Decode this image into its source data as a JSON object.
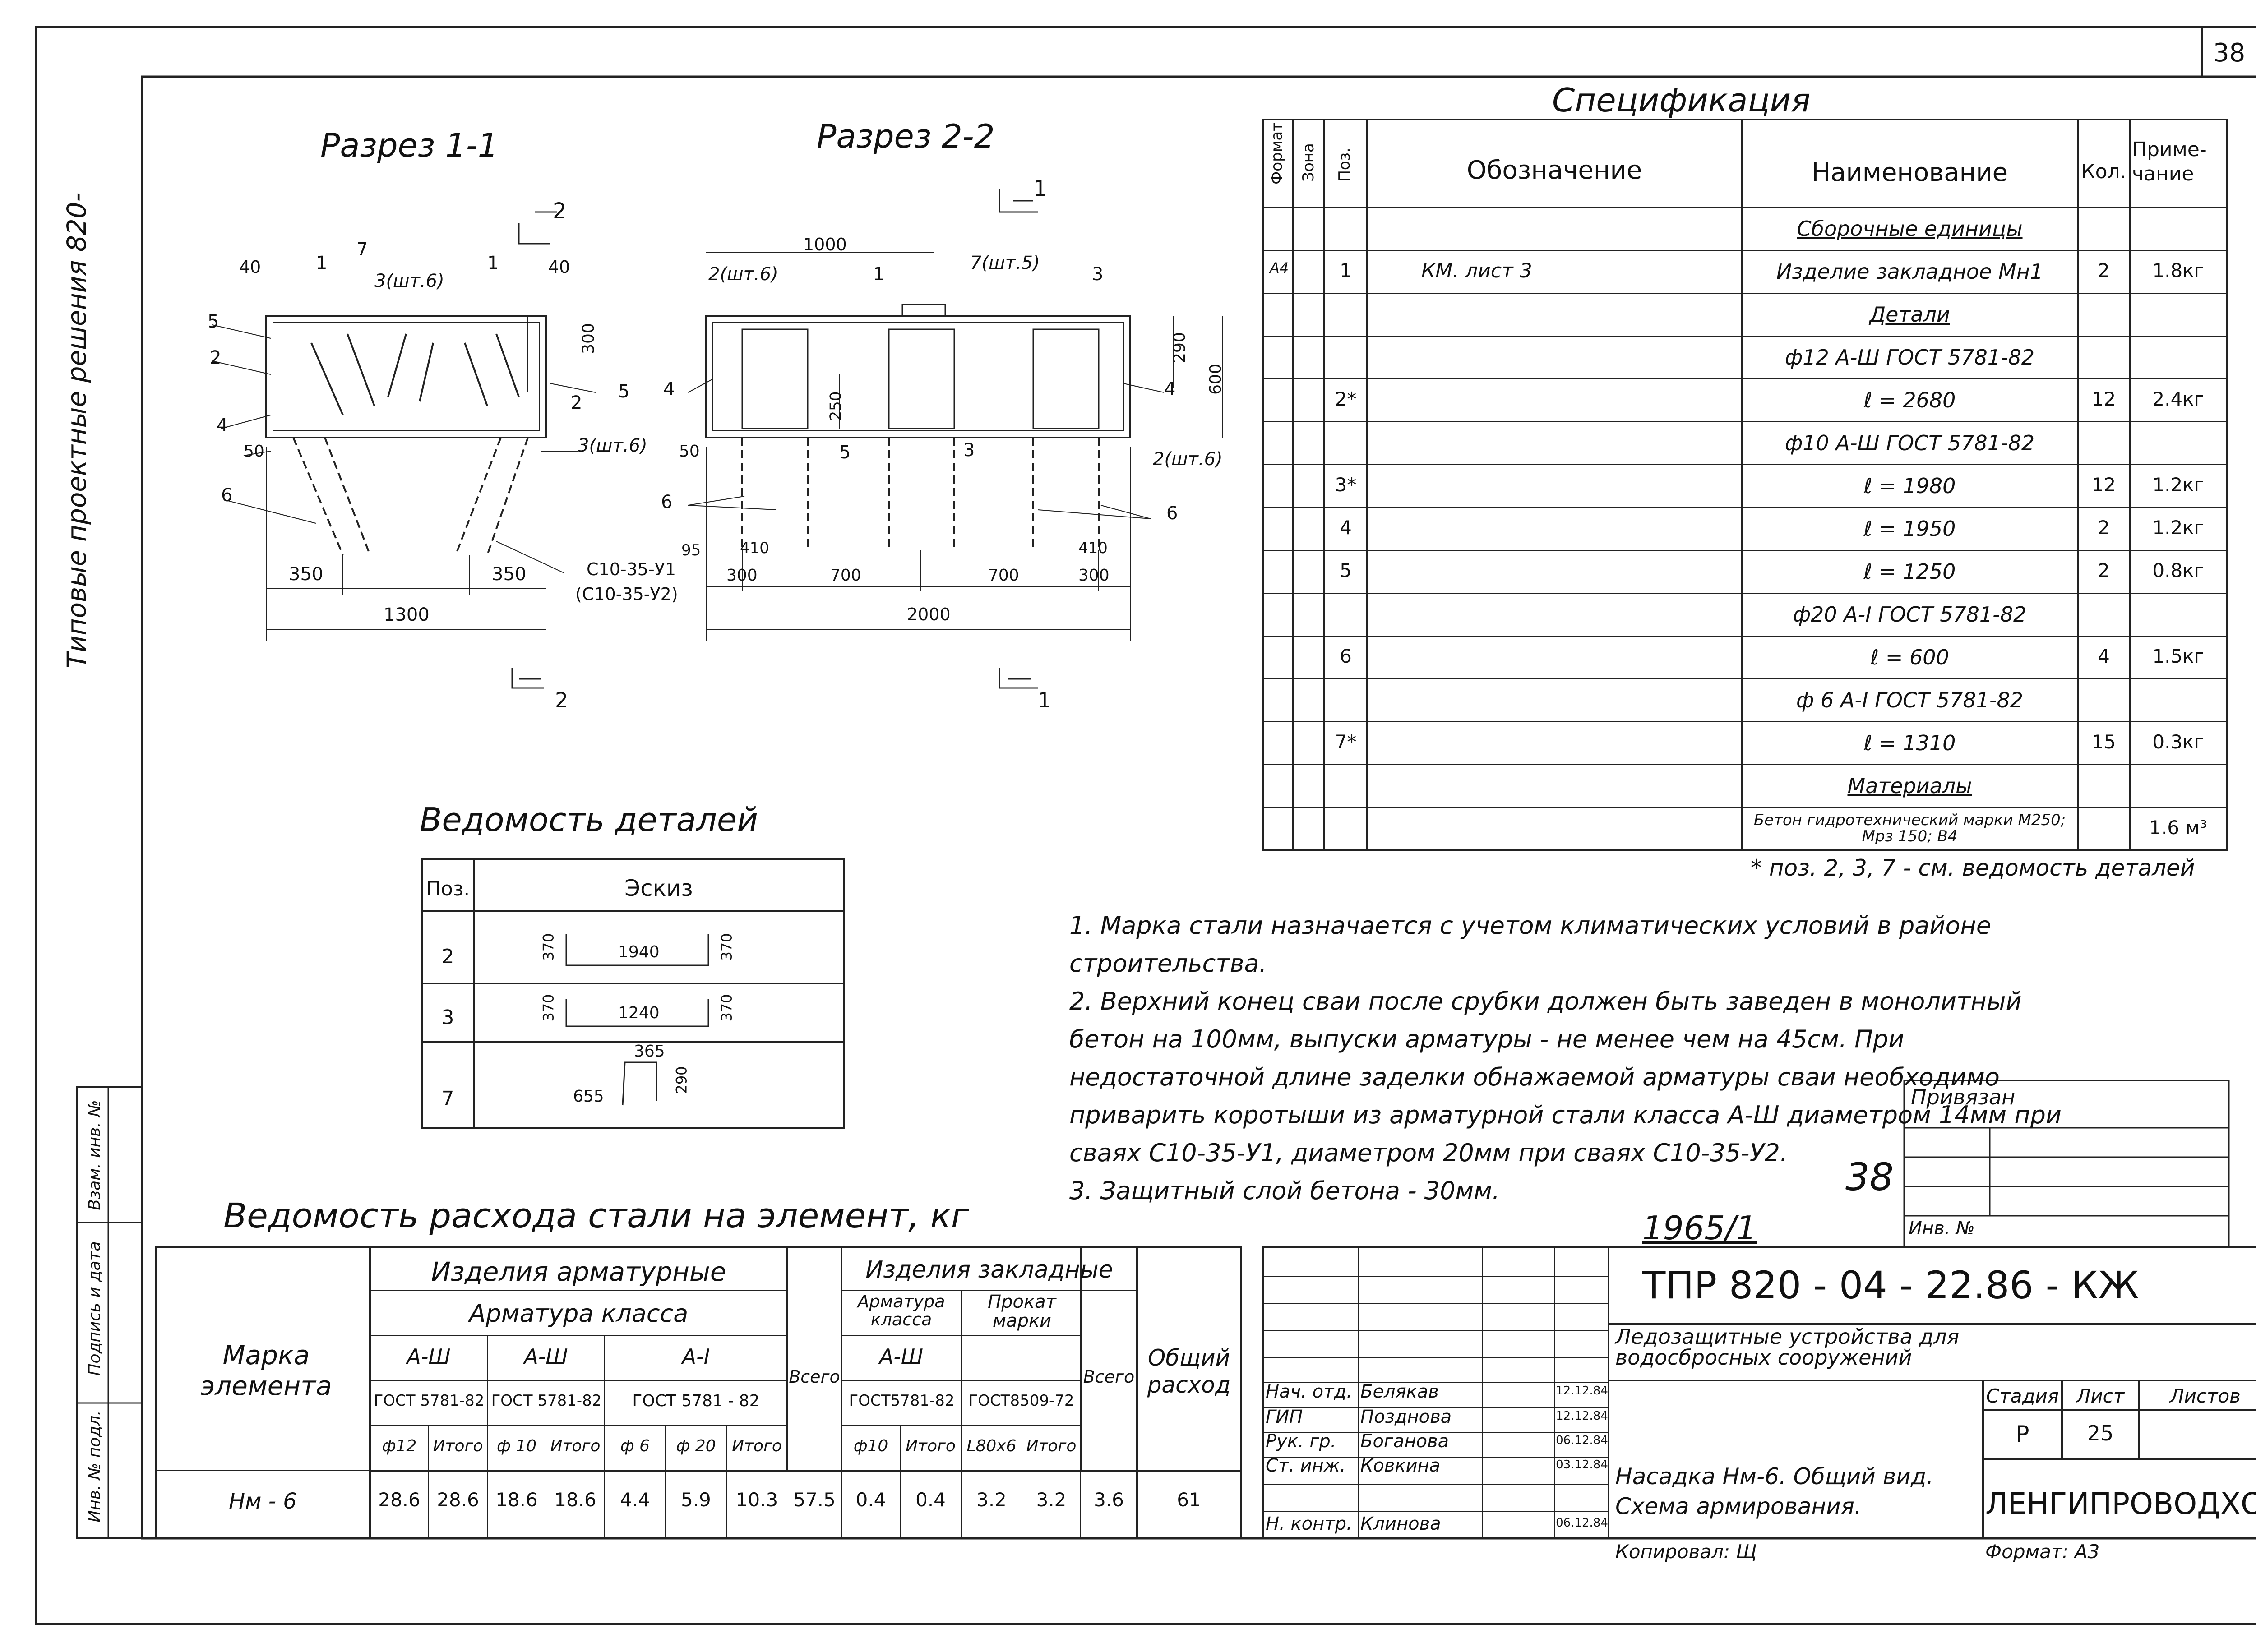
{
  "sheet": {
    "page_number": "38",
    "side_label": "Типовые проектные решения 820-",
    "stamp_number": "38",
    "album_number": "1965/1"
  },
  "section_1": {
    "title": "Разрез 1-1",
    "cut_marker": "2",
    "labels": [
      "40",
      "1",
      "7",
      "1",
      "40",
      "3(шт.6)",
      "5",
      "300",
      "2",
      "5",
      "4",
      "2",
      "3(шт.6)",
      "50",
      "6",
      "350",
      "350",
      "1300",
      "С10-35-У1",
      "(С10-35-У2)",
      "2"
    ]
  },
  "section_2": {
    "title": "Разрез 2-2",
    "cut_marker": "1",
    "labels": [
      "1000",
      "2(шт.6)",
      "1",
      "7(шт.5)",
      "3",
      "290",
      "600",
      "4",
      "4",
      "250",
      "50",
      "5",
      "3",
      "2(шт.6)",
      "6",
      "6",
      "95",
      "410",
      "410",
      "300",
      "700",
      "700",
      "300",
      "2000",
      "1"
    ]
  },
  "spec": {
    "title": "Спецификация",
    "headers": [
      "Формат",
      "Зона",
      "Поз.",
      "Обозначение",
      "Наименование",
      "Кол.",
      "Приме-чание"
    ],
    "rows": [
      {
        "fmt": "",
        "zone": "",
        "pos": "",
        "des": "",
        "name": "Сборочные единицы",
        "qty": "",
        "note": "",
        "underline": true
      },
      {
        "fmt": "А4",
        "zone": "",
        "pos": "1",
        "des": "КМ.   лист 3",
        "name": "Изделие закладное Мн1",
        "qty": "2",
        "note": "1.8кг",
        "underline": false
      },
      {
        "fmt": "",
        "zone": "",
        "pos": "",
        "des": "",
        "name": "Детали",
        "qty": "",
        "note": "",
        "underline": true
      },
      {
        "fmt": "",
        "zone": "",
        "pos": "",
        "des": "",
        "name": "ф12 А-Ш ГОСТ 5781-82",
        "qty": "",
        "note": "",
        "underline": false
      },
      {
        "fmt": "",
        "zone": "",
        "pos": "2*",
        "des": "",
        "name": "ℓ = 2680",
        "qty": "12",
        "note": "2.4кг",
        "underline": false
      },
      {
        "fmt": "",
        "zone": "",
        "pos": "",
        "des": "",
        "name": "ф10 А-Ш ГОСТ 5781-82",
        "qty": "",
        "note": "",
        "underline": false
      },
      {
        "fmt": "",
        "zone": "",
        "pos": "3*",
        "des": "",
        "name": "ℓ = 1980",
        "qty": "12",
        "note": "1.2кг",
        "underline": false
      },
      {
        "fmt": "",
        "zone": "",
        "pos": "4",
        "des": "",
        "name": "ℓ = 1950",
        "qty": "2",
        "note": "1.2кг",
        "underline": false
      },
      {
        "fmt": "",
        "zone": "",
        "pos": "5",
        "des": "",
        "name": "ℓ = 1250",
        "qty": "2",
        "note": "0.8кг",
        "underline": false
      },
      {
        "fmt": "",
        "zone": "",
        "pos": "",
        "des": "",
        "name": "ф20 А-I ГОСТ 5781-82",
        "qty": "",
        "note": "",
        "underline": false
      },
      {
        "fmt": "",
        "zone": "",
        "pos": "6",
        "des": "",
        "name": "ℓ = 600",
        "qty": "4",
        "note": "1.5кг",
        "underline": false
      },
      {
        "fmt": "",
        "zone": "",
        "pos": "",
        "des": "",
        "name": "ф 6 А-I ГОСТ 5781-82",
        "qty": "",
        "note": "",
        "underline": false
      },
      {
        "fmt": "",
        "zone": "",
        "pos": "7*",
        "des": "",
        "name": "ℓ = 1310",
        "qty": "15",
        "note": "0.3кг",
        "underline": false
      },
      {
        "fmt": "",
        "zone": "",
        "pos": "",
        "des": "",
        "name": "Материалы",
        "qty": "",
        "note": "",
        "underline": true
      },
      {
        "fmt": "",
        "zone": "",
        "pos": "",
        "des": "",
        "name": "Бетон гидротехнический марки М250; Мрз 150; В4",
        "qty": "",
        "note": "1.6 м³",
        "underline": false
      }
    ],
    "footnote": "* поз. 2, 3, 7 - см. ведомость деталей"
  },
  "details": {
    "title": "Ведомость деталей",
    "headers": [
      "Поз.",
      "Эскиз"
    ],
    "rows": [
      {
        "pos": "2",
        "dims": [
          "370",
          "1940",
          "370"
        ]
      },
      {
        "pos": "3",
        "dims": [
          "370",
          "1240",
          "370"
        ]
      },
      {
        "pos": "7",
        "dims": [
          "365",
          "655",
          "290"
        ]
      }
    ]
  },
  "notes": [
    "1. Марка стали назначается с учетом климатических условий в районе строительства.",
    "2. Верхний конец сваи после срубки должен быть заведен в монолитный бетон на 100мм, выпуски арматуры - не менее чем на 45см. При недостаточной длине заделки обнажаемой арматуры сваи необходимо приварить коротыши из арматурной стали класса А-Ш диаметром 14мм при сваях С10-35-У1, диаметром 20мм при сваях С10-35-У2.",
    "3. Защитный слой бетона - 30мм."
  ],
  "steel": {
    "title": "Ведомость расхода стали на элемент, кг",
    "h_mark": "Марка элемента",
    "h_rebar": "Изделия арматурные",
    "h_rebar_class": "Арматура класса",
    "h_embed": "Изделия закладные",
    "h_embed_class": "Арматура класса",
    "h_rolled": "Прокат марки",
    "h_total": "Всего",
    "h_overall": "Общий расход",
    "classes": [
      "А-Ш",
      "А-Ш",
      "А-I",
      "А-Ш"
    ],
    "gosts": [
      "ГОСТ 5781-82",
      "ГОСТ 5781-82",
      "ГОСТ 5781 - 82",
      "ГОСТ5781-82",
      "ГОСТ8509-72"
    ],
    "cols": [
      "ф12",
      "Итого",
      "ф 10",
      "Итого",
      "ф 6",
      "ф 20",
      "Итого",
      "ф10",
      "Итого",
      "L80x6",
      "Итого"
    ],
    "row": {
      "mark": "Нм - 6",
      "values": [
        "28.6",
        "28.6",
        "18.6",
        "18.6",
        "4.4",
        "5.9",
        "10.3",
        "57.5",
        "0.4",
        "0.4",
        "3.2",
        "3.2",
        "3.6",
        "61"
      ]
    }
  },
  "binding": {
    "label": "Привязан",
    "inv": "Инв. №"
  },
  "side_stamp": [
    "Инв. № подл.",
    "Подпись и дата",
    "Взам. инв. №"
  ],
  "title_block": {
    "code": "ТПР 820 - 04 - 22.86   - КЖ",
    "project": "Ледозащитные устройства для водосбросных сооружений",
    "drawing": "Насадка Нм-6. Общий вид. Схема армирования.",
    "org": "ЛЕНГИПРОВОДХОЗ",
    "stage_h": "Стадия",
    "sheet_h": "Лист",
    "sheets_h": "Листов",
    "stage": "Р",
    "sheet": "25",
    "people": [
      {
        "role": "Нач. отд.",
        "name": "Белякав",
        "date": "12.12.84"
      },
      {
        "role": "ГИП",
        "name": "Позднова",
        "date": "12.12.84"
      },
      {
        "role": "Рук. гр.",
        "name": "Боганова",
        "date": "06.12.84"
      },
      {
        "role": "Ст. инж.",
        "name": "Ковкина",
        "date": "03.12.84"
      },
      {
        "role": "Н. контр.",
        "name": "Клинова",
        "date": "06.12.84"
      }
    ],
    "copied": "Копировал: Щ",
    "format": "Формат: А3"
  }
}
